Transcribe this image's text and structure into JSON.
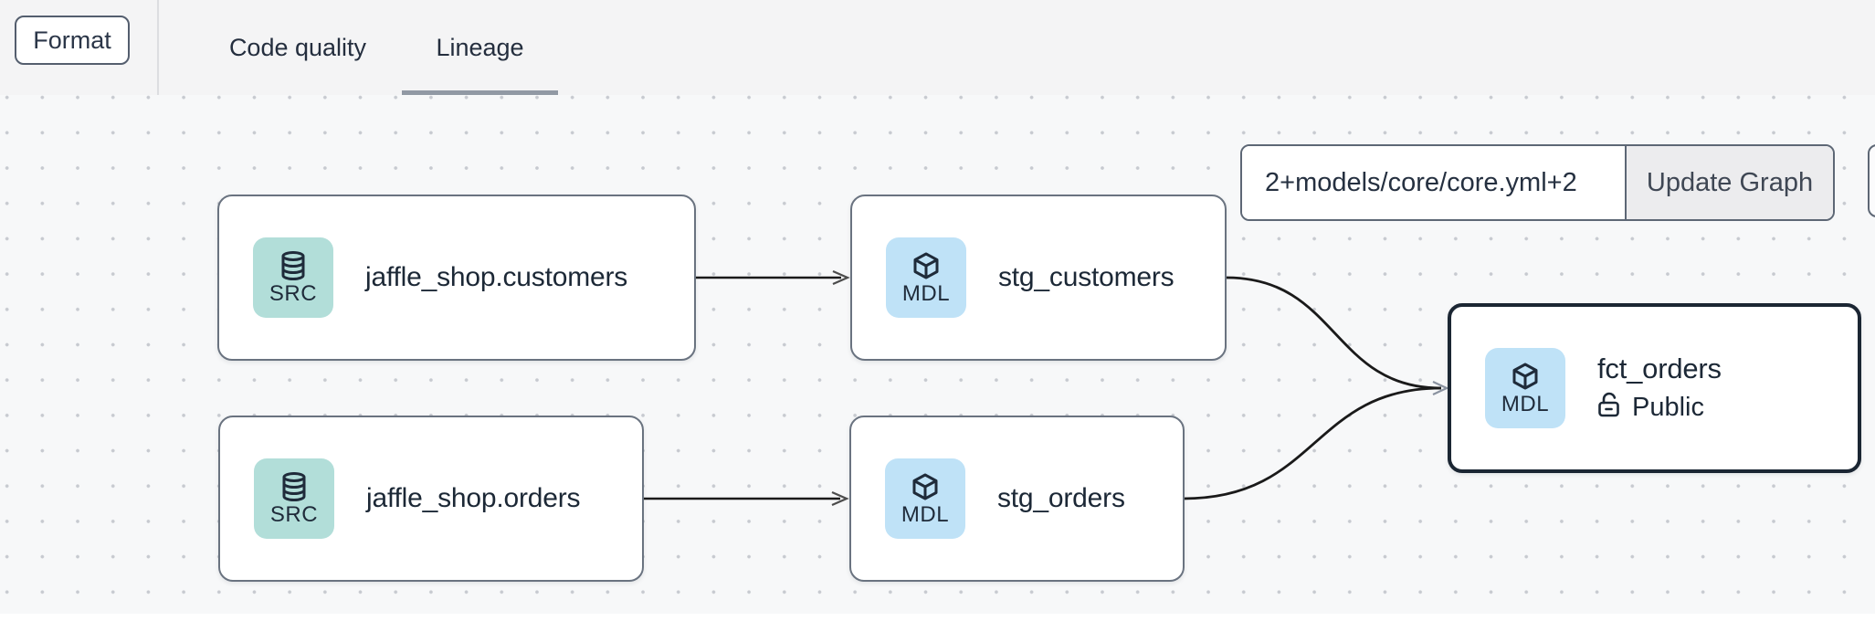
{
  "toolbar": {
    "format_label": "Format",
    "tabs": [
      {
        "label": "Code quality",
        "active": false
      },
      {
        "label": "Lineage",
        "active": true
      }
    ]
  },
  "filter": {
    "input_value": "2+models/core/core.yml+2",
    "update_button_label": "Update Graph"
  },
  "graph": {
    "nodes": [
      {
        "id": "jaffle_shop.customers",
        "badge": "SRC",
        "icon": "database-icon",
        "label": "jaffle_shop.customers",
        "type": "source",
        "selected": false
      },
      {
        "id": "stg_customers",
        "badge": "MDL",
        "icon": "cube-icon",
        "label": "stg_customers",
        "type": "model",
        "selected": false
      },
      {
        "id": "jaffle_shop.orders",
        "badge": "SRC",
        "icon": "database-icon",
        "label": "jaffle_shop.orders",
        "type": "source",
        "selected": false
      },
      {
        "id": "stg_orders",
        "badge": "MDL",
        "icon": "cube-icon",
        "label": "stg_orders",
        "type": "model",
        "selected": false
      },
      {
        "id": "fct_orders",
        "badge": "MDL",
        "icon": "cube-icon",
        "label": "fct_orders",
        "access": "Public",
        "access_icon": "unlock-icon",
        "type": "model",
        "selected": true
      }
    ],
    "edges": [
      {
        "from": "jaffle_shop.customers",
        "to": "stg_customers"
      },
      {
        "from": "jaffle_shop.orders",
        "to": "stg_orders"
      },
      {
        "from": "stg_customers",
        "to": "fct_orders"
      },
      {
        "from": "stg_orders",
        "to": "fct_orders"
      }
    ]
  },
  "colors": {
    "topbar_bg": "#f4f4f5",
    "canvas_bg": "#f7f8f9",
    "dot_grid": "#c7cad0",
    "src_badge": "#b2ded9",
    "mdl_badge": "#bfe2f7",
    "node_border": "#6a7380",
    "selected_border": "#1b2633",
    "edge": "#1a1a1a",
    "text": "#1c2836"
  }
}
